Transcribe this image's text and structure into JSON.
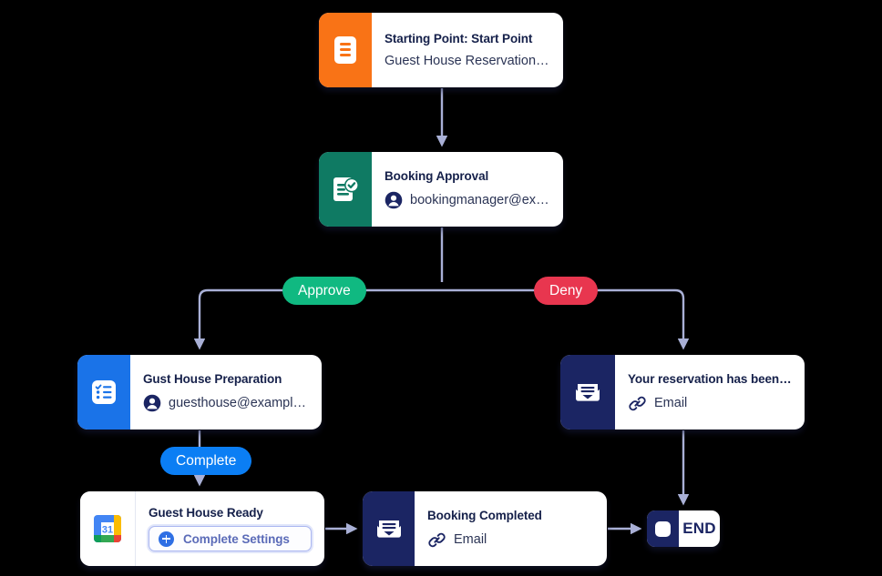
{
  "diagram": {
    "type": "workflow-flowchart",
    "background": "#000000",
    "nodes": [
      {
        "id": "start",
        "title": "Starting Point: Start Point",
        "subtitle": "Guest House Reservation ...",
        "icon": "document-lines-icon",
        "icon_color": "#f97316",
        "sub_icon": null
      },
      {
        "id": "approval",
        "title": "Booking Approval",
        "subtitle": "bookingmanager@exa...",
        "icon": "document-check-icon",
        "icon_color": "#0f7a63",
        "sub_icon": "person-icon"
      },
      {
        "id": "prep",
        "title": "Gust House Preparation",
        "subtitle": "guesthouse@example...",
        "icon": "checklist-icon",
        "icon_color": "#1a73e8",
        "sub_icon": "person-icon"
      },
      {
        "id": "denied",
        "title": "Your reservation has been de...",
        "subtitle": "Email",
        "icon": "envelope-icon",
        "icon_color": "#1b2563",
        "sub_icon": "link-icon"
      },
      {
        "id": "ready",
        "title": "Guest House Ready",
        "subtitle": "Complete Settings",
        "icon": "google-calendar-icon",
        "icon_color": "#ffffff",
        "sub_icon": "plus-circle-icon"
      },
      {
        "id": "completed",
        "title": "Booking Completed",
        "subtitle": "Email",
        "icon": "envelope-icon",
        "icon_color": "#1b2563",
        "sub_icon": "link-icon"
      },
      {
        "id": "end",
        "title": "END",
        "subtitle": "",
        "icon": "stop-square-icon",
        "icon_color": "#1b2563",
        "sub_icon": null
      }
    ],
    "branch_labels": [
      {
        "id": "approve",
        "label": "Approve",
        "color": "#10b981"
      },
      {
        "id": "deny",
        "label": "Deny",
        "color": "#e8364f"
      },
      {
        "id": "complete",
        "label": "Complete",
        "color": "#0b7ef4"
      }
    ],
    "edge_color": "#a9b0d6"
  }
}
